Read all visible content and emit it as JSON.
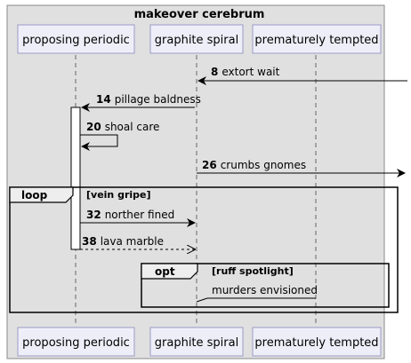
{
  "diagram": {
    "type": "sequence",
    "title": "makeover cerebrum",
    "participants": [
      "proposing periodic",
      "graphite spiral",
      "prematurely tempted"
    ],
    "messages": [
      {
        "num": "8",
        "text": "extort wait"
      },
      {
        "num": "14",
        "text": "pillage baldness"
      },
      {
        "num": "20",
        "text": "shoal care"
      },
      {
        "num": "26",
        "text": "crumbs gnomes"
      },
      {
        "num": "32",
        "text": "norther fined"
      },
      {
        "num": "38",
        "text": "lava marble"
      },
      {
        "num": "",
        "text": "murders envisioned"
      }
    ],
    "fragments": [
      {
        "keyword": "loop",
        "condition": "[vein gripe]"
      },
      {
        "keyword": "opt",
        "condition": "[ruff spotlight]"
      }
    ]
  },
  "colors": {
    "box_fill": "#e0e0e0",
    "participant_fill": "#eeeef8",
    "participant_border": "#9a9ac8"
  }
}
